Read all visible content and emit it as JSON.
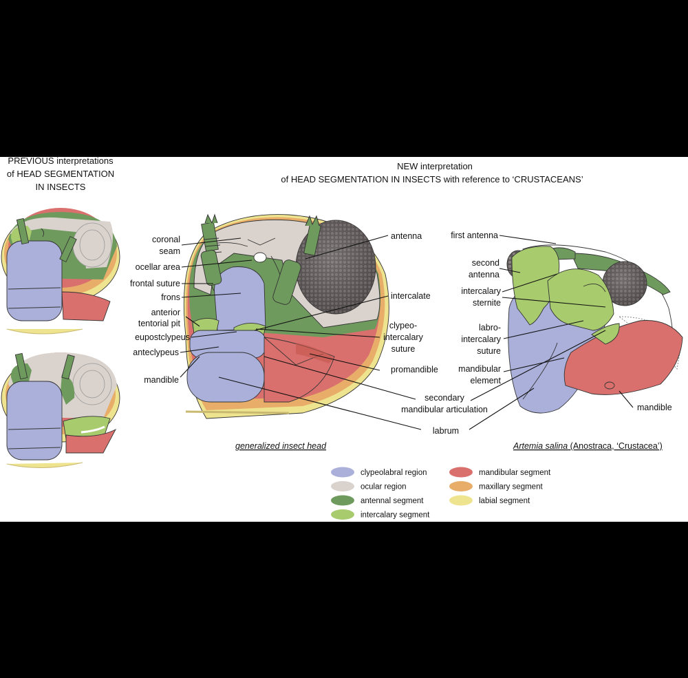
{
  "colors": {
    "clypeolabral": "#aab0da",
    "ocular": "#d9d2cd",
    "antennal": "#6f9a5d",
    "intercalary": "#a8cb6e",
    "mandibular": "#d9706d",
    "maxillary": "#e7ad69",
    "labial": "#eee48f",
    "eye": "#5e5757"
  },
  "titles": {
    "previous": [
      "PREVIOUS interpretations",
      "of HEAD SEGMENTATION",
      "IN INSECTS"
    ],
    "new": [
      "NEW interpretation",
      "of HEAD SEGMENTATION IN INSECTS with reference to ‘CRUSTACEANS’"
    ]
  },
  "captions": {
    "insect": "generalized insect head",
    "artemia_italic": "Artemia salina",
    "artemia_rest": " (Anostraca, ‘Crustacea’)"
  },
  "labels": {
    "coronal_seam": [
      "coronal",
      "seam"
    ],
    "ocellar_area": "ocellar area",
    "frontal_suture": "frontal suture",
    "frons": "frons",
    "anterior_tentorial_pit": [
      "anterior",
      "tentorial pit"
    ],
    "eupostclypeus": "eupostclypeus",
    "anteclypeus": "anteclypeus",
    "mandible_left": "mandible",
    "antenna": "antenna",
    "intercalate": "intercalate",
    "clypeo_intercalary_suture": [
      "clypeo-",
      "intercalary",
      "suture"
    ],
    "promandible": "promandible",
    "secondary_mandibular_articulation": [
      "secondary",
      "mandibular articulation"
    ],
    "labrum": "labrum",
    "first_antenna": "first antenna",
    "second_antenna": [
      "second",
      "antenna"
    ],
    "intercalary_sternite": [
      "intercalary",
      "sternite"
    ],
    "labro_intercalary_suture": [
      "labro-",
      "intercalary",
      "suture"
    ],
    "mandibular_element": [
      "mandibular",
      "element"
    ],
    "mandible_right": "mandible"
  },
  "legend": [
    {
      "label": "clypeolabral region",
      "color": "#aab0da"
    },
    {
      "label": "mandibular segment",
      "color": "#d9706d"
    },
    {
      "label": "ocular region",
      "color": "#d9d2cd"
    },
    {
      "label": "maxillary segment",
      "color": "#e7ad69"
    },
    {
      "label": "antennal segment",
      "color": "#6f9a5d"
    },
    {
      "label": "labial segment",
      "color": "#eee48f"
    },
    {
      "label": "intercalary segment",
      "color": "#a8cb6e"
    }
  ]
}
